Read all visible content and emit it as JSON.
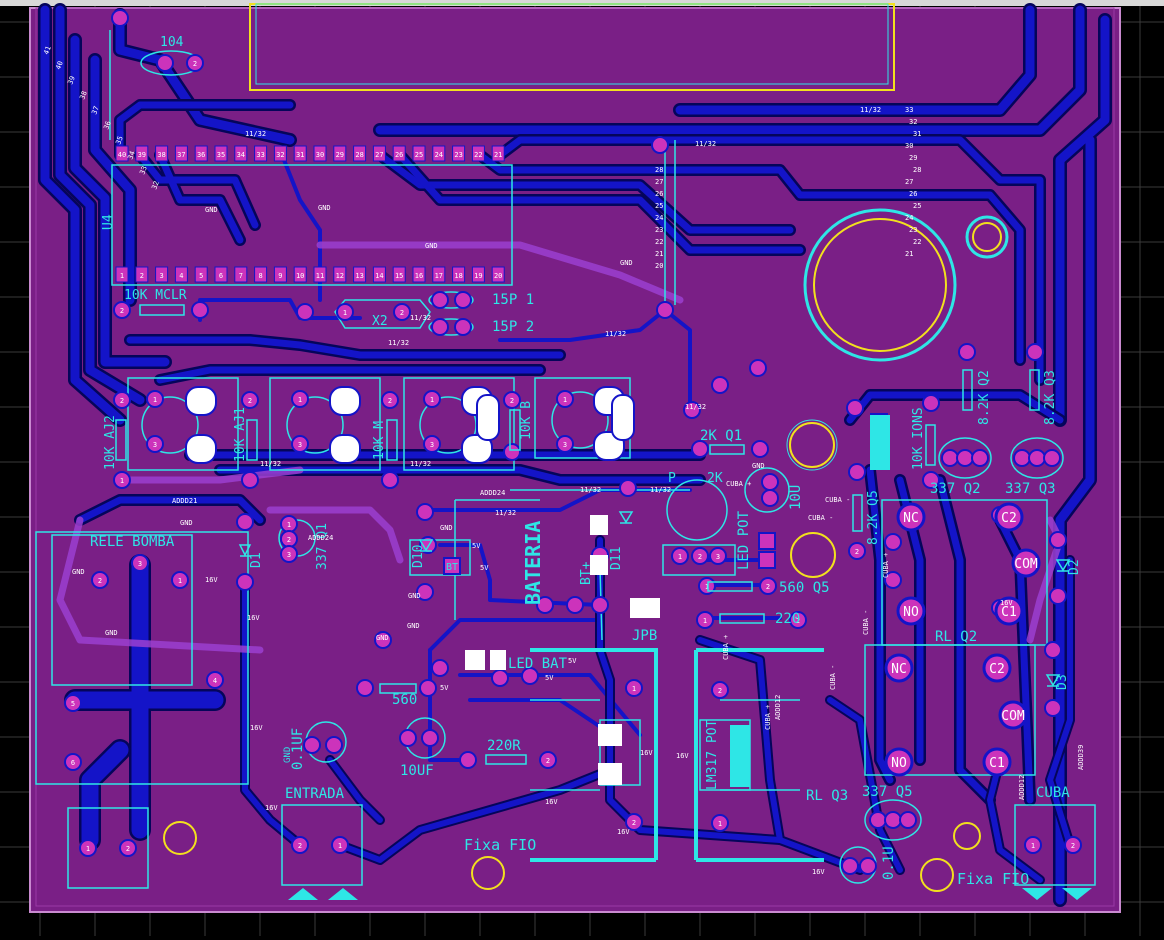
{
  "colors": {
    "background": "#000000",
    "board": "#7a1f86",
    "trace": "#1414c8",
    "trace_outline": "#05055a",
    "pad": "#cc33bb",
    "silk": "#2ee6e6",
    "yellow": "#f2e01e",
    "grid": "#3a3a3a"
  },
  "labels": {
    "c104": "104",
    "mclr": "10K MCLR",
    "x2": "X2",
    "c15p1": "15P 1",
    "c15p2": "15P 2",
    "u4": "U4",
    "aj2": "10K AJ2",
    "aj1": "10K AJ1",
    "k10m": "10K M",
    "k10b": "10K B",
    "k2q1": "2K Q1",
    "k2p": "2K",
    "pl": "P",
    "ledpot": "LED POT",
    "c10u": "10U",
    "r560q5": "560 Q5",
    "r220": "220",
    "r82kq5": "8.2K Q5",
    "ions10k": "10K IONS",
    "r82kq2": "8.2K Q2",
    "r82kq3": "8.2K Q3",
    "q2": "337 Q2",
    "q3": "337 Q3",
    "q1": "337 Q1",
    "q5": "337 Q5",
    "bomba": "RELE BOMBA",
    "d1": "D1",
    "d10": "D10",
    "bt1": "BT",
    "bateria": "BATERIA",
    "bt_plus": "BT+",
    "d11": "D11",
    "jpb": "JPB",
    "ledbat": "LED BAT",
    "r560": "560",
    "r220r": "220R",
    "c10uf": "10UF",
    "c01uf": "0.1UF",
    "gnd": "GND",
    "entrada": "ENTRADA",
    "lm317": "LM317 POT",
    "rlq3": "RL Q3",
    "rlq2": "RL Q2",
    "c01u": "0.1U",
    "cuba": "CUBA",
    "fixa1": "Fixa FIO",
    "fixa2": "Fixa FIO",
    "nc": "NC",
    "no": "NO",
    "com": "COM",
    "c1": "C1",
    "c2": "C2",
    "d2": "D2",
    "d3": "D3",
    "v16": "16V",
    "v5": "5V",
    "n1132": "11/32",
    "addd21": "ADDD21",
    "addd24": "ADDD24",
    "addd39": "ADDD39",
    "addd12": "ADDD12",
    "cuba_plus": "CUBA +",
    "cuba_minus": "CUBA -",
    "pin1": "1",
    "pin2": "2",
    "pin3": "3",
    "pin4": "4",
    "pin5": "5",
    "pin6": "6"
  },
  "chip_top_pins": [
    "40",
    "39",
    "38",
    "37",
    "36",
    "35",
    "34",
    "33",
    "32",
    "31",
    "30",
    "29",
    "28",
    "27",
    "26",
    "25",
    "24",
    "23",
    "22",
    "21"
  ],
  "chip_bottom_pins": [
    "1",
    "2",
    "3",
    "4",
    "5",
    "6",
    "7",
    "8",
    "9",
    "10",
    "11",
    "12",
    "13",
    "14",
    "15",
    "16",
    "17",
    "18",
    "19",
    "20"
  ],
  "bus_left": [
    "41",
    "40",
    "39",
    "38",
    "37",
    "36",
    "35",
    "34",
    "33",
    "32"
  ],
  "bus_mid": [
    "28",
    "27",
    "26",
    "25",
    "24",
    "23",
    "22",
    "21",
    "20"
  ],
  "bus_right": [
    "33",
    "32",
    "31",
    "30",
    "29",
    "28",
    "27",
    "26",
    "25",
    "24",
    "23",
    "22",
    "21"
  ]
}
